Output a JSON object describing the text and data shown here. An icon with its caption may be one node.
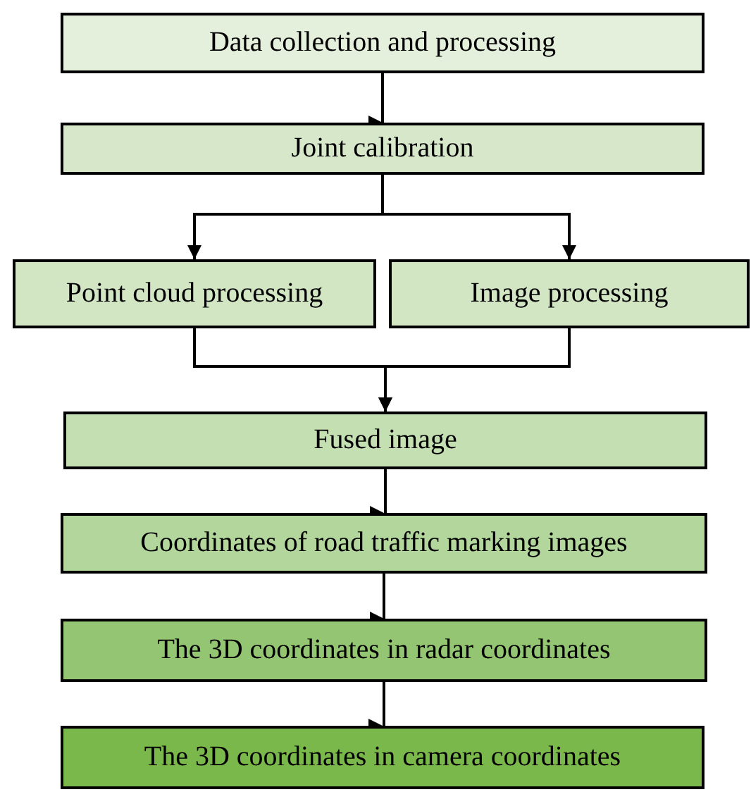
{
  "diagram": {
    "nodes": [
      {
        "text": [
          "Data collection and processing"
        ]
      },
      {
        "text": [
          "Joint calibration"
        ]
      },
      {
        "text": [
          "Point cloud processing"
        ]
      },
      {
        "text": [
          "Image processing"
        ]
      },
      {
        "text": [
          "Fused image"
        ]
      },
      {
        "text": [
          "Coordinates of road traffic marking images"
        ]
      },
      {
        "text": [
          "The 3D coordinates in radar coordinates"
        ]
      },
      {
        "text": [
          "The 3D coordinates in camera coordinates"
        ]
      }
    ],
    "edges": [
      {
        "from": 0,
        "to": 1,
        "arrow": "to"
      },
      {
        "from": 1,
        "to": 2,
        "arrow": "to"
      },
      {
        "from": 1,
        "to": 3,
        "arrow": "to"
      },
      {
        "from": 2,
        "to": 4,
        "arrow": "to"
      },
      {
        "from": 3,
        "to": 4,
        "arrow": "to"
      },
      {
        "from": 4,
        "to": 5,
        "arrow": "to"
      },
      {
        "from": 5,
        "to": 6,
        "arrow": "to"
      },
      {
        "from": 6,
        "to": 7,
        "arrow": "to"
      }
    ]
  }
}
